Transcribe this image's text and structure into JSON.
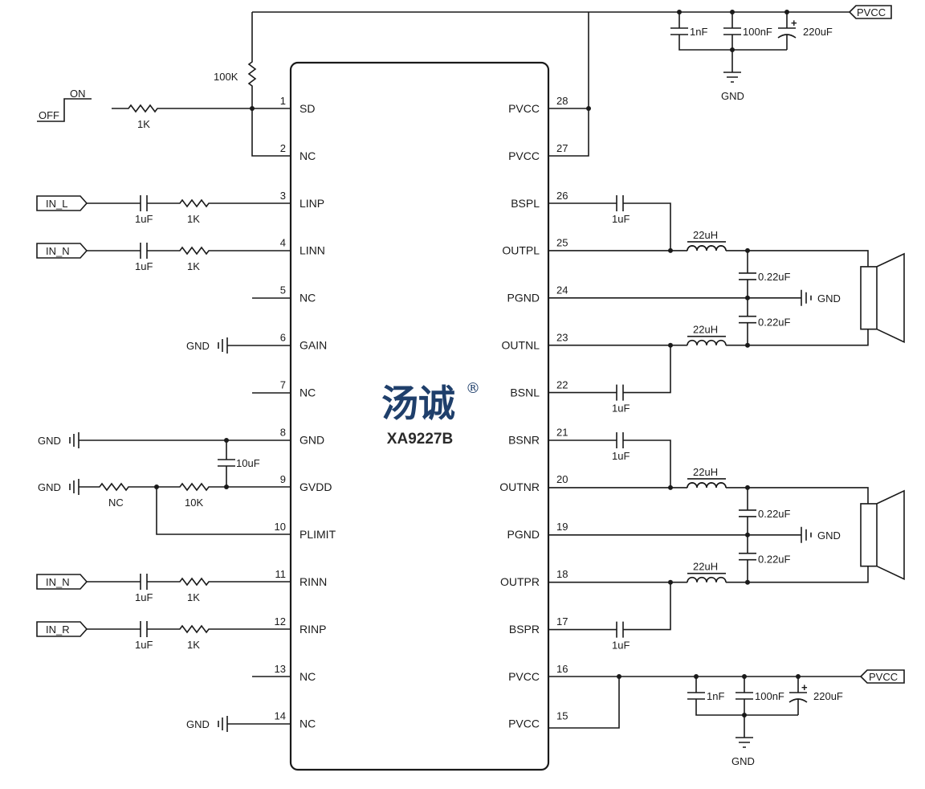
{
  "chip": {
    "brand": "汤诚",
    "registered_mark": "®",
    "part_number": "XA9227B",
    "left_pins": [
      {
        "num": "1",
        "name": "SD"
      },
      {
        "num": "2",
        "name": "NC"
      },
      {
        "num": "3",
        "name": "LINP"
      },
      {
        "num": "4",
        "name": "LINN"
      },
      {
        "num": "5",
        "name": "NC"
      },
      {
        "num": "6",
        "name": "GAIN"
      },
      {
        "num": "7",
        "name": "NC"
      },
      {
        "num": "8",
        "name": "GND"
      },
      {
        "num": "9",
        "name": "GVDD"
      },
      {
        "num": "10",
        "name": "PLIMIT"
      },
      {
        "num": "11",
        "name": "RINN"
      },
      {
        "num": "12",
        "name": "RINP"
      },
      {
        "num": "13",
        "name": "NC"
      },
      {
        "num": "14",
        "name": "NC"
      }
    ],
    "right_pins": [
      {
        "num": "28",
        "name": "PVCC"
      },
      {
        "num": "27",
        "name": "PVCC"
      },
      {
        "num": "26",
        "name": "BSPL"
      },
      {
        "num": "25",
        "name": "OUTPL"
      },
      {
        "num": "24",
        "name": "PGND"
      },
      {
        "num": "23",
        "name": "OUTNL"
      },
      {
        "num": "22",
        "name": "BSNL"
      },
      {
        "num": "21",
        "name": "BSNR"
      },
      {
        "num": "20",
        "name": "OUTNR"
      },
      {
        "num": "19",
        "name": "PGND"
      },
      {
        "num": "18",
        "name": "OUTPR"
      },
      {
        "num": "17",
        "name": "BSPR"
      },
      {
        "num": "16",
        "name": "PVCC"
      },
      {
        "num": "15",
        "name": "PVCC"
      }
    ]
  },
  "switch": {
    "on": "ON",
    "off": "OFF"
  },
  "labels": {
    "r_sd_series": "1K",
    "r_pullup": "100K",
    "in_l": "IN_L",
    "in_n": "IN_N",
    "in_r": "IN_R",
    "cap_1uf": "1uF",
    "res_1k": "1K",
    "gnd": "GND",
    "cap_10uf": "10uF",
    "res_nc": "NC",
    "res_10k": "10K",
    "pvcc_port": "PVCC",
    "cap_1nf": "1nF",
    "cap_100nf": "100nF",
    "cap_220uf": "220uF",
    "plus": "+",
    "ind_22uh": "22uH",
    "cap_022uf": "0.22uF"
  }
}
